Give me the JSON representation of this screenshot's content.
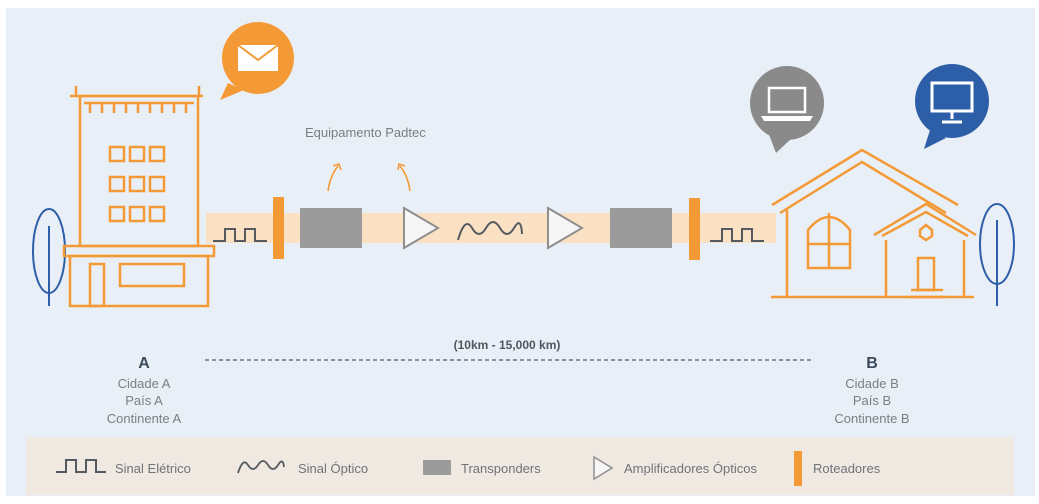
{
  "diagram": {
    "equipment_label": "Equipamento Padtec",
    "distance_label": "(10km - 15,000 km)",
    "site_a": {
      "letter": "A",
      "lines": [
        "Cidade A",
        "País A",
        "Continente A"
      ]
    },
    "site_b": {
      "letter": "B",
      "lines": [
        "Cidade B",
        "País B",
        "Continente B"
      ]
    },
    "icons": [
      "mail-icon",
      "laptop-icon",
      "monitor-icon",
      "building-icon",
      "house-icon",
      "tree-icon"
    ]
  },
  "legend": {
    "items": [
      {
        "icon": "electric-signal-icon",
        "label": "Sinal Elétrico"
      },
      {
        "icon": "optical-signal-icon",
        "label": "Sinal Óptico"
      },
      {
        "icon": "transponder-icon",
        "label": "Transponders"
      },
      {
        "icon": "amplifier-icon",
        "label": "Amplificadores Ópticos"
      },
      {
        "icon": "router-icon",
        "label": "Roteadores"
      }
    ]
  },
  "colors": {
    "orange": "#f39a37",
    "blue": "#2d5ea8",
    "gray": "#8f8f8f",
    "beam": "#fbe1c4",
    "background": "#e9eff6"
  }
}
